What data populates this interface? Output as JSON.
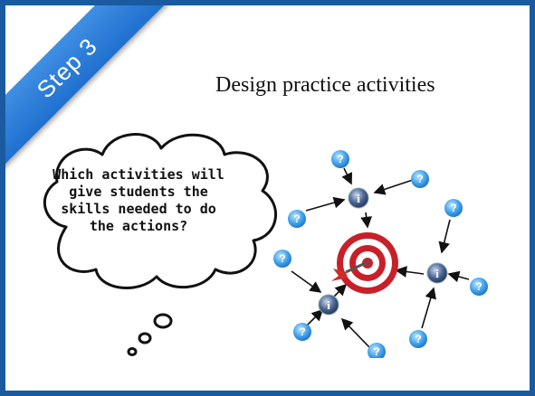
{
  "ribbon": {
    "label": "Step 3"
  },
  "slide": {
    "title": "Design practice activities"
  },
  "thought_bubble": {
    "lines": [
      "Which activities will",
      "give students the",
      "skills needed to do",
      "the actions?"
    ]
  },
  "colors": {
    "frame": "#1a5a9e",
    "ribbon": "#2f7fd9",
    "target_red": "#c8202a",
    "question_blue": "#2e8fe0",
    "info_dark": "#2b3f66"
  },
  "icons": {
    "question": "question-mark-bubble-icon",
    "info": "info-bubble-icon",
    "target": "target-with-dart-icon"
  }
}
